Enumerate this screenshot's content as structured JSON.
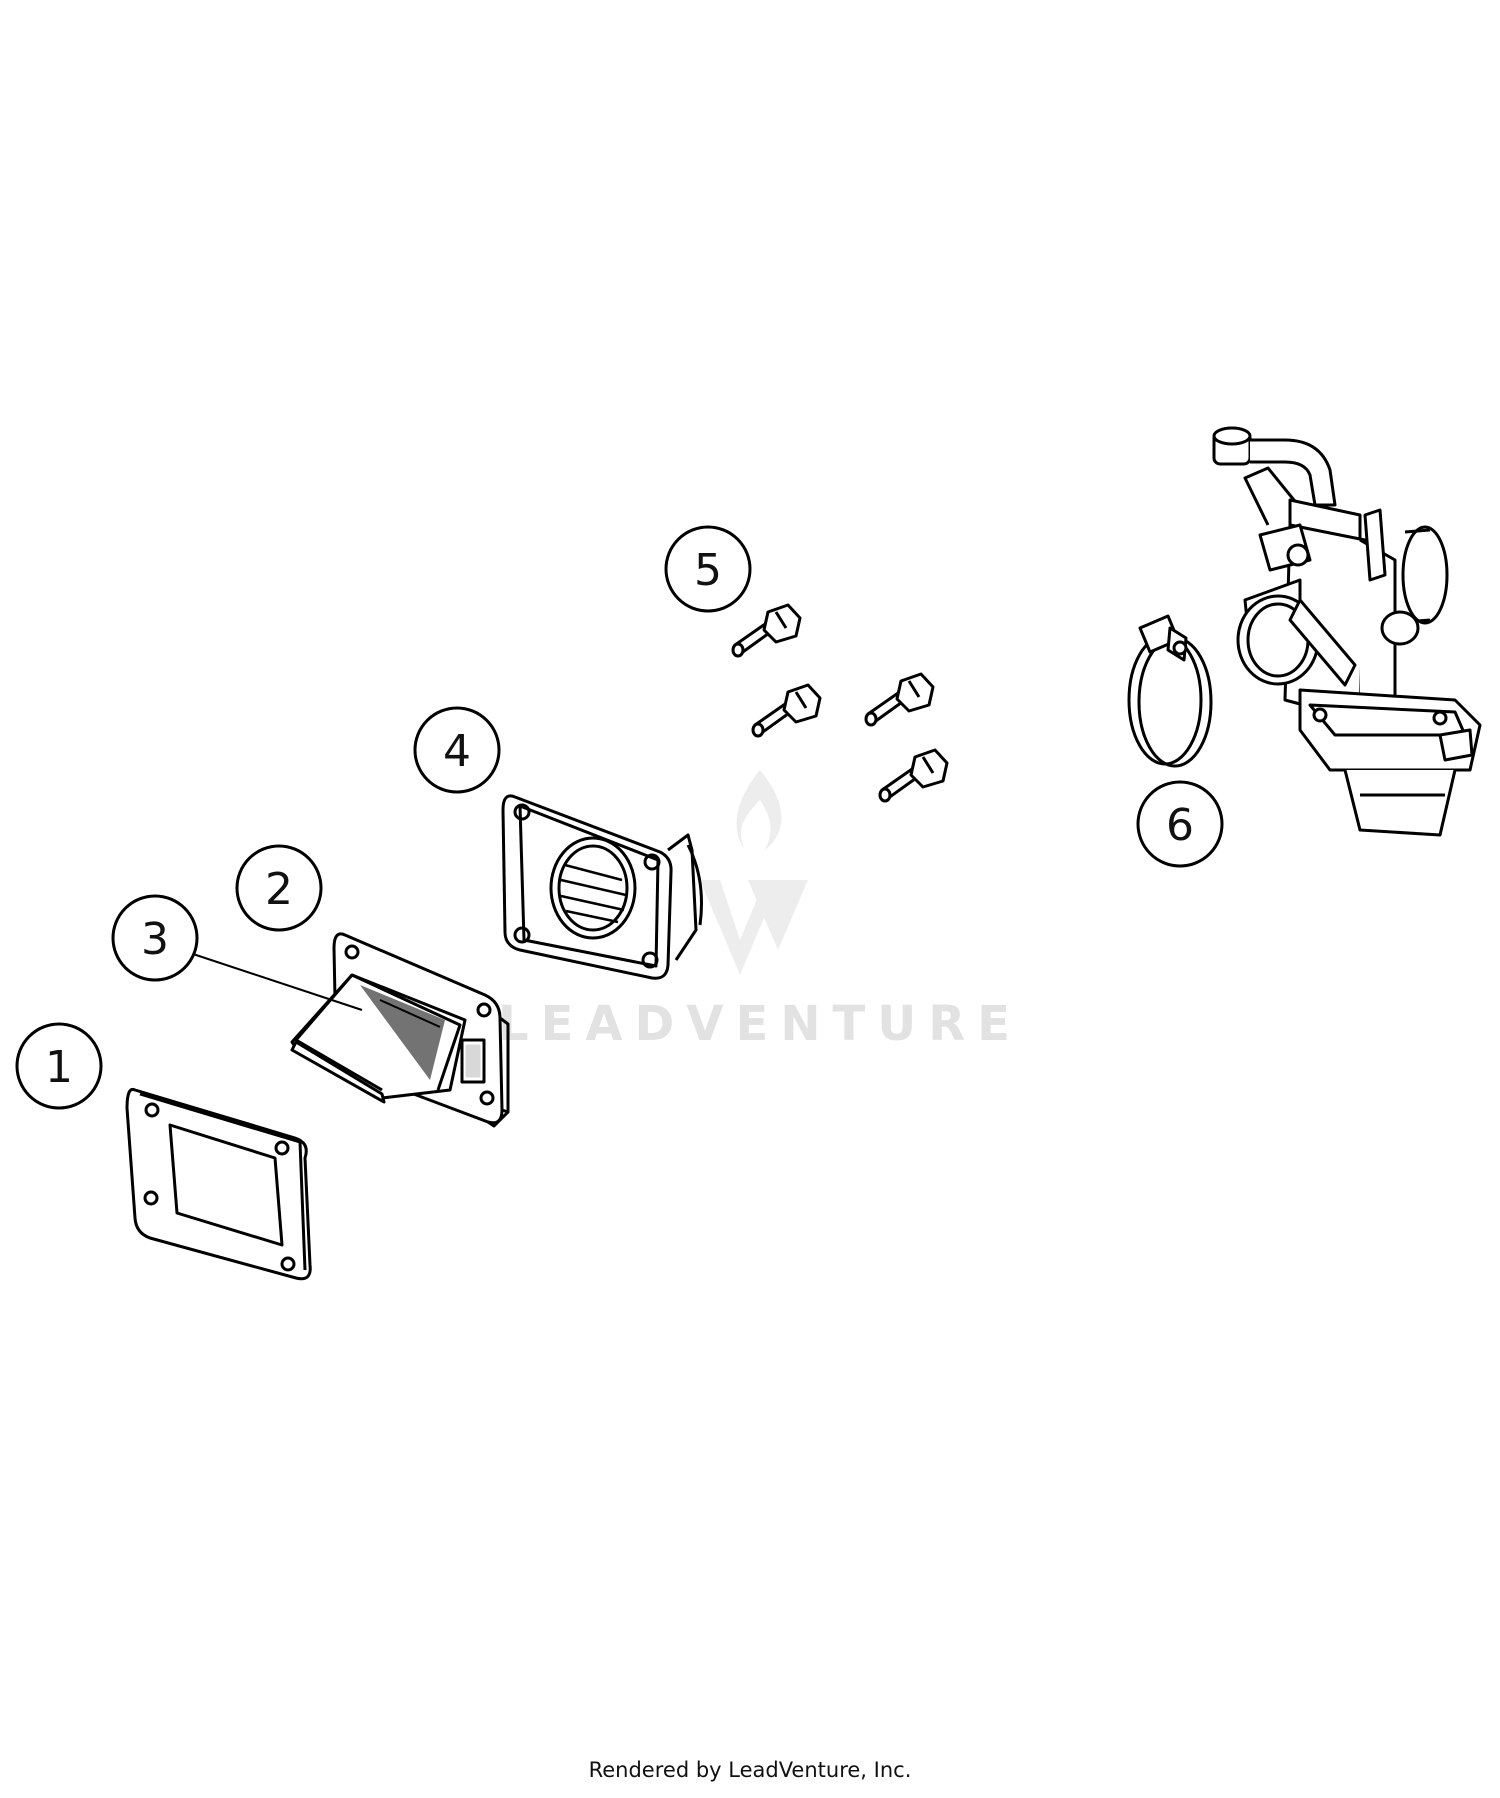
{
  "diagram": {
    "callouts": [
      {
        "id": "1",
        "label": "1"
      },
      {
        "id": "2",
        "label": "2"
      },
      {
        "id": "3",
        "label": "3"
      },
      {
        "id": "4",
        "label": "4"
      },
      {
        "id": "5",
        "label": "5"
      },
      {
        "id": "6",
        "label": "6"
      }
    ]
  },
  "watermark": {
    "text": "LEADVENTURE"
  },
  "footer": {
    "text": "Rendered by LeadVenture, Inc."
  }
}
